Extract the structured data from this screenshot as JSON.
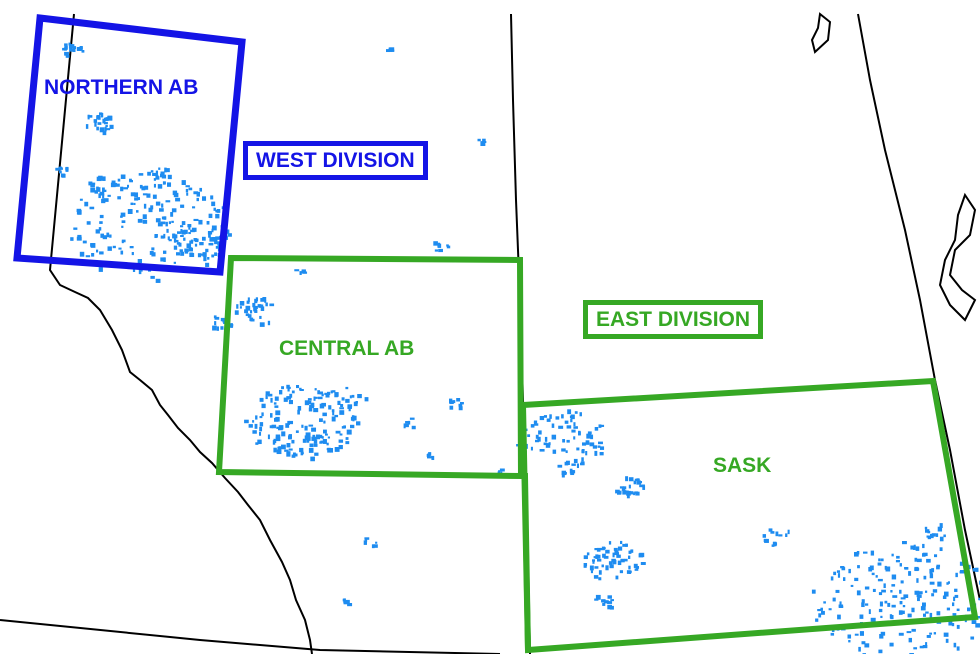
{
  "colors": {
    "division_blue": "#1414e6",
    "division_green": "#36a824",
    "well_points": "#1e8cf0",
    "boundary": "#000000"
  },
  "labels": {
    "northern_ab": "NORTHERN AB",
    "west_division": "WEST DIVISION",
    "central_ab": "CENTRAL AB",
    "east_division": "EAST DIVISION",
    "sask": "SASK"
  }
}
